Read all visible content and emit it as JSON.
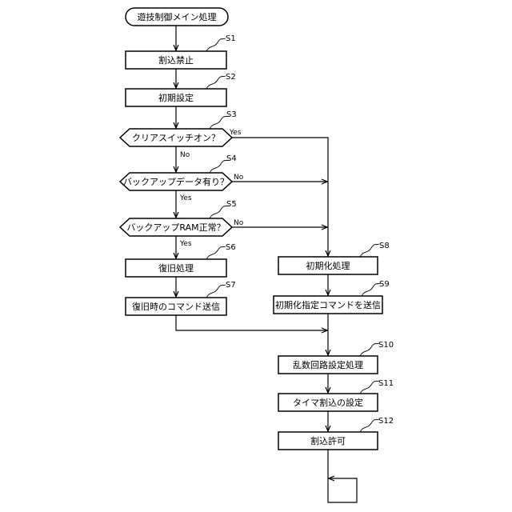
{
  "diagram": {
    "start": "遊技制御メイン処理",
    "steps": [
      {
        "id": "S1",
        "label": "割込禁止"
      },
      {
        "id": "S2",
        "label": "初期設定"
      },
      {
        "id": "S3",
        "label": "クリアスイッチオン？"
      },
      {
        "id": "S4",
        "label": "バックアップデータ有り？"
      },
      {
        "id": "S5",
        "label": "バックアップRAM正常？"
      },
      {
        "id": "S6",
        "label": "復旧処理"
      },
      {
        "id": "S7",
        "label": "復旧時のコマンド送信"
      },
      {
        "id": "S8",
        "label": "初期化処理"
      },
      {
        "id": "S9",
        "label": "初期化指定コマンドを送信"
      },
      {
        "id": "S10",
        "label": "乱数回路設定処理"
      },
      {
        "id": "S11",
        "label": "タイマ割込の設定"
      },
      {
        "id": "S12",
        "label": "割込許可"
      }
    ],
    "branch_labels": {
      "s3_yes": "Yes",
      "s3_no": "No",
      "s4_yes": "Yes",
      "s4_no": "No",
      "s5_yes": "Yes",
      "s5_no": "No"
    }
  }
}
